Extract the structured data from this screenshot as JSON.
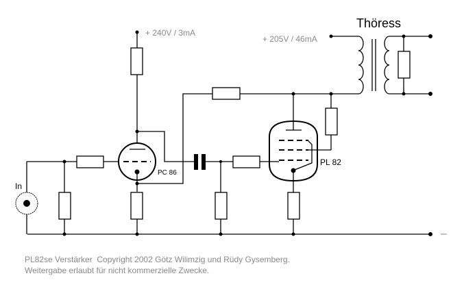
{
  "title": "Thöress",
  "supply_preamp": "+ 240V / 3mA",
  "supply_output": "+ 205V / 46mA",
  "input_label": "In",
  "tube_1": "PC 86",
  "tube_2": "PL 82",
  "ground_symbol": "–",
  "footer": {
    "line1": "PL82se Verstärker  Copyright 2002 Götz Wilimzig und Rüdy Gysemberg.",
    "line2": "Weitergabe erlaubt für nicht kommerzielle Zwecke."
  },
  "colors": {
    "wire": "#000000",
    "label_grey": "#8a8a8a"
  }
}
